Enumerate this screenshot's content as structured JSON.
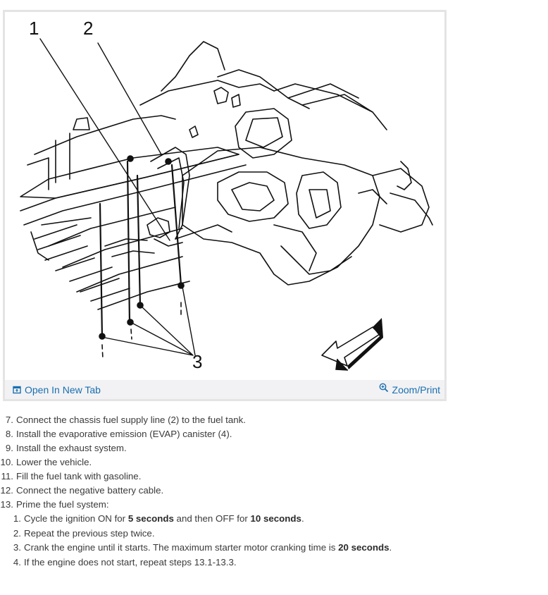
{
  "figure": {
    "callouts": [
      "1",
      "2",
      "3"
    ],
    "open_tab_label": "Open In New Tab",
    "zoom_label": "Zoom/Print",
    "icons": [
      "open-new-tab-icon",
      "zoom-icon",
      "direction-arrow-icon"
    ],
    "accent_color": "#1a6fb0"
  },
  "steps": [
    {
      "num": "7.",
      "text": "Connect the chassis fuel supply line (2) to the fuel tank."
    },
    {
      "num": "8.",
      "text": "Install the evaporative emission (EVAP) canister (4)."
    },
    {
      "num": "9.",
      "text": "Install the exhaust system."
    },
    {
      "num": "10.",
      "text": "Lower the vehicle."
    },
    {
      "num": "11.",
      "text": "Fill the fuel tank with gasoline."
    },
    {
      "num": "12.",
      "text": "Connect the negative battery cable."
    },
    {
      "num": "13.",
      "text": "Prime the fuel system:"
    }
  ],
  "sub_steps": [
    {
      "num": "1.",
      "a": "Cycle the ignition ON for ",
      "b1": "5 seconds",
      "c": " and then OFF for ",
      "b2": "10 seconds",
      "d": "."
    },
    {
      "num": "2.",
      "a": "Repeat the previous step twice."
    },
    {
      "num": "3.",
      "a": "Crank the engine until it starts. The maximum starter motor cranking time is ",
      "b1": "20 seconds",
      "c": "."
    },
    {
      "num": "4.",
      "a": "If the engine does not start, repeat steps 13.1-13.3."
    }
  ]
}
